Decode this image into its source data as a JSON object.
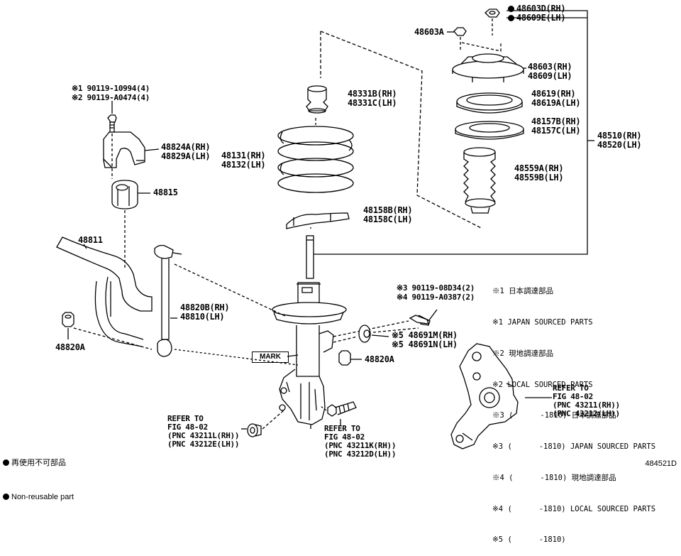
{
  "labels": {
    "p48603d": "48603D(RH)",
    "p48609e": "48609E(LH)",
    "p48603a": "48603A",
    "p48603": "48603(RH)",
    "p48609": "48609(LH)",
    "p48619": "48619(RH)",
    "p48619a": "48619A(LH)",
    "p48157b": "48157B(RH)",
    "p48157c": "48157C(LH)",
    "p48510": "48510(RH)",
    "p48520": "48520(LH)",
    "p48559a": "48559A(RH)",
    "p48559b": "48559B(LH)",
    "p48331b": "48331B(RH)",
    "p48331c": "48331C(LH)",
    "p48131": "48131(RH)",
    "p48132": "48132(LH)",
    "p48158b": "48158B(RH)",
    "p48158c": "48158C(LH)",
    "bolt1": "※1 90119-10994(4)",
    "bolt2": "※2 90119-A0474(4)",
    "p48824a": "48824A(RH)",
    "p48829a": "48829A(LH)",
    "p48815": "48815",
    "p48811": "48811",
    "p48820b": "48820B(RH)",
    "p48810": "48810(LH)",
    "p48820a_left": "48820A",
    "p48820a_right": "48820A",
    "bolt3": "※3 90119-08D34(2)",
    "bolt4": "※4 90119-A0387(2)",
    "p48691m": "※5 48691M(RH)",
    "p48691n": "※5 48691N(LH)",
    "mark": "MARK",
    "ref_left": "REFER TO\nFIG 48-02\n(PNC 43211L(RH))\n(PNC 43212E(LH))",
    "ref_mid": "REFER TO\nFIG 48-02\n(PNC 43211K(RH))\n(PNC 43212D(LH))",
    "ref_right": "REFER TO\nFIG 48-02\n(PNC 43211(RH))\n(PNC 43212(LH))"
  },
  "notes": [
    "※1 日本調達部品",
    "※1 JAPAN SOURCED PARTS",
    "※2 現地調達部品",
    "※2 LOCAL SOURCED PARTS",
    "※3 (      -1810) 日本調達部品",
    "※3 (      -1810) JAPAN SOURCED PARTS",
    "※4 (      -1810) 現地調達部品",
    "※4 (      -1810) LOCAL SOURCED PARTS",
    "※5 (      -1810)"
  ],
  "legend": {
    "jp": "再使用不可部品",
    "en": "Non-reusable part"
  },
  "figure_id": "484521D"
}
